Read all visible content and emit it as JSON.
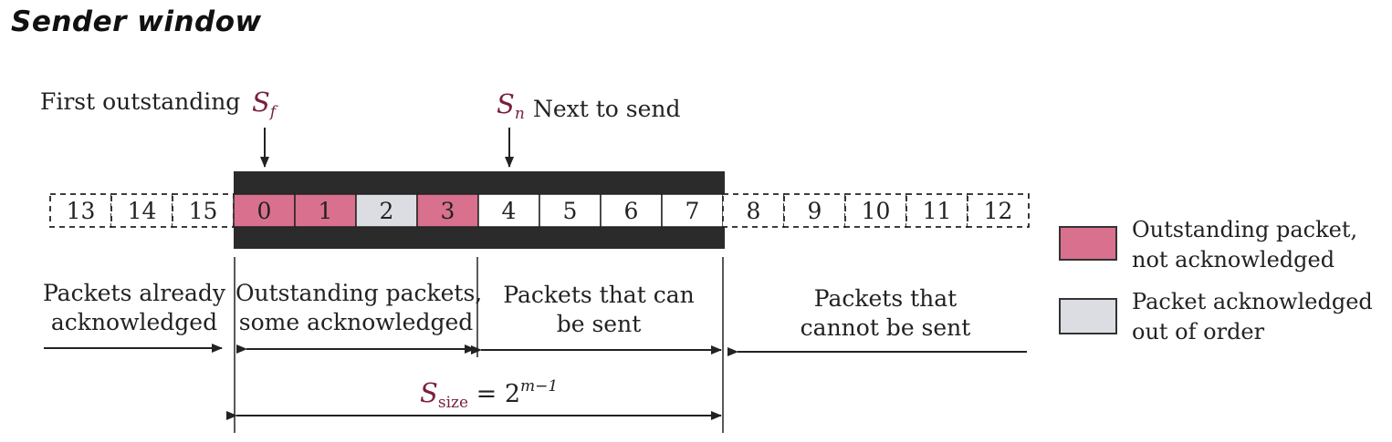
{
  "title": "Sender window",
  "labels": {
    "first_outstanding": "First outstanding",
    "sf_main": "S",
    "sf_sub": "f",
    "sn_main": "S",
    "sn_sub": "n",
    "next_to_send": "Next  to send",
    "ssize_main": "S",
    "ssize_sub": "size",
    "ssize_eq": "= 2",
    "ssize_exp": "m−1"
  },
  "regions": [
    {
      "line1": "Packets already",
      "line2": "acknowledged"
    },
    {
      "line1": "Outstanding packets,",
      "line2": "some acknowledged"
    },
    {
      "line1": "Packets that can",
      "line2": "be sent"
    },
    {
      "line1": "Packets that",
      "line2": "cannot be sent"
    }
  ],
  "packets": [
    {
      "n": "13",
      "state": "outside"
    },
    {
      "n": "14",
      "state": "outside"
    },
    {
      "n": "15",
      "state": "outside"
    },
    {
      "n": "0",
      "state": "outstanding"
    },
    {
      "n": "1",
      "state": "outstanding"
    },
    {
      "n": "2",
      "state": "acked-out-of-order"
    },
    {
      "n": "3",
      "state": "outstanding"
    },
    {
      "n": "4",
      "state": "sendable"
    },
    {
      "n": "5",
      "state": "sendable"
    },
    {
      "n": "6",
      "state": "sendable"
    },
    {
      "n": "7",
      "state": "sendable"
    },
    {
      "n": "8",
      "state": "outside"
    },
    {
      "n": "9",
      "state": "outside"
    },
    {
      "n": "10",
      "state": "outside"
    },
    {
      "n": "11",
      "state": "outside"
    },
    {
      "n": "12",
      "state": "outside"
    }
  ],
  "legend": [
    {
      "line1": "Outstanding packet,",
      "line2": "not acknowledged",
      "color": "#d9708e"
    },
    {
      "line1": "Packet acknowledged",
      "line2": "out of order",
      "color": "#dcdde2"
    }
  ],
  "colors": {
    "outstanding": "#d9708e",
    "acked": "#dcdde2",
    "window_bar": "#2b2b2b",
    "maroon": "#7a2040"
  }
}
